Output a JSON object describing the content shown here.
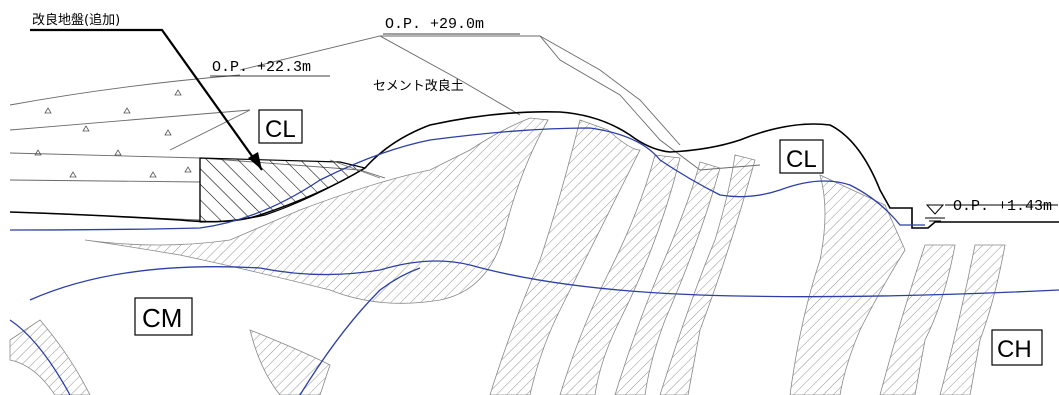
{
  "title_label": "改良地盤(追加)",
  "elevations": {
    "top": "O.P. +29.0m",
    "left": "O.P. +22.3m",
    "water": "O.P. +1.43m"
  },
  "cement_label": "セメント改良土",
  "rock_classes": {
    "cl_left": "CL",
    "cl_right": "CL",
    "cm": "CM",
    "ch": "CH"
  },
  "colors": {
    "line": "#000000",
    "hatch": "#555555",
    "water_line": "#2b3fa6",
    "outline_gray": "#6a6a6a"
  }
}
